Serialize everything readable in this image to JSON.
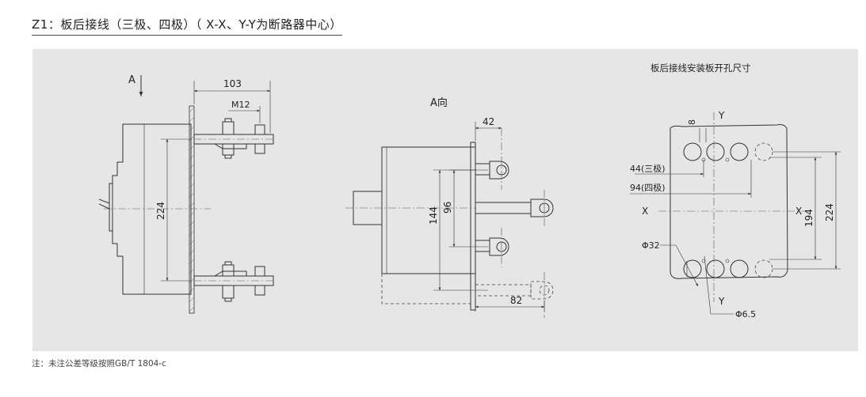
{
  "title": "Z1：板后接线（三极、四极）（ X-X、Y-Y为断路器中心）",
  "note": "注：未注公差等级按照GB/T 1804-c",
  "side_view": {
    "arrow_label": "A",
    "dim_103": "103",
    "dim_m12": "M12",
    "dim_224": "224"
  },
  "a_view": {
    "label": "A向",
    "dim_42": "42",
    "dim_144": "144",
    "dim_96": "96",
    "dim_82": "82"
  },
  "mounting": {
    "title": "板后接线安装板开孔尺寸",
    "dim_8": "8",
    "label_y_top": "Y",
    "label_y_bottom": "Y",
    "label_x_left": "X",
    "label_x_right": "X",
    "dim_44": "44(三极)",
    "dim_94": "94(四极)",
    "dim_194": "194",
    "dim_224": "224",
    "dim_phi32": "Φ32",
    "dim_phi65": "Φ6.5"
  }
}
